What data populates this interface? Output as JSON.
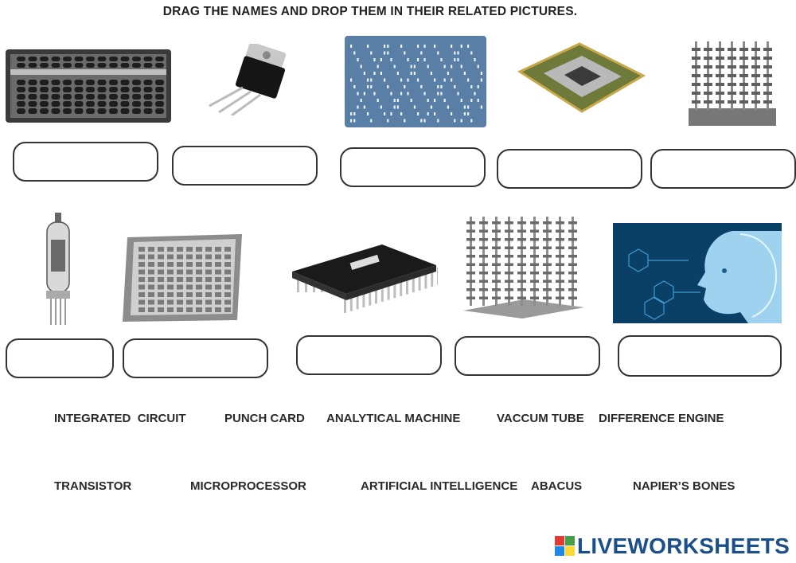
{
  "instruction": "DRAG THE NAMES AND DROP THEM IN THEIR RELATED PICTURES.",
  "pictures": {
    "row1": [
      "abacus-icon",
      "transistor-icon",
      "punch-card-icon",
      "microprocessor-chip-icon",
      "difference-engine-icon"
    ],
    "row2": [
      "vacuum-tube-icon",
      "napiers-bones-icon",
      "integrated-circuit-icon",
      "analytical-machine-icon",
      "artificial-intelligence-icon"
    ]
  },
  "words": {
    "row1": [
      "INTEGRATED  CIRCUIT",
      "PUNCH CARD",
      "ANALYTICAL MACHINE",
      "VACCUM TUBE",
      "DIFFERENCE ENGINE"
    ],
    "row2": [
      "TRANSISTOR",
      "MICROPROCESSOR",
      "ARTIFICIAL INTELLIGENCE",
      "ABACUS",
      "NAPIER’S BONES"
    ]
  },
  "brand": {
    "name": "LIVEWORKSHEETS",
    "logo_colors": [
      "#e53935",
      "#43a047",
      "#1e88e5",
      "#fdd835"
    ]
  }
}
